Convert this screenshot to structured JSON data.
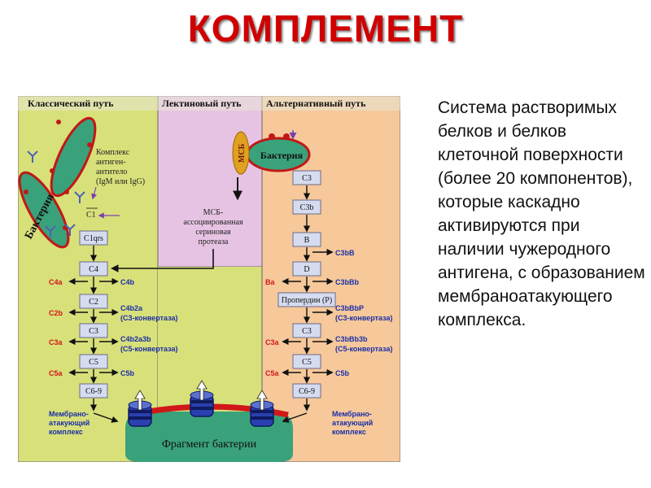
{
  "title": "КОМПЛЕМЕНТ",
  "description": "Система растворимых белков и белков клеточной поверхности (более 20 компонентов), которые каскадно активируются при наличии чужеродного антигена, с образованием мембраноатакующего комплекса.",
  "diagram": {
    "colors": {
      "classical_bg": "#d8e07a",
      "lectin_bg": "#e7c3e3",
      "alt_bg": "#f6c89a",
      "box": "#d6dcf0",
      "red_label": "#d01818",
      "blue_label": "#1b2fa8",
      "bacterium": "#3aa27a"
    },
    "headers": {
      "classical": "Классический путь",
      "lectin": "Лектиновый путь",
      "alternative": "Альтернативный путь"
    },
    "classical": {
      "bacteria_label": "Бактерия",
      "complex_label": [
        "Комплекс",
        "антиген-",
        "антитело",
        "(IgM или IgG)"
      ],
      "c1_label": "C1",
      "boxes": [
        "C1qrs",
        "C4",
        "C2",
        "C3",
        "C5",
        "C6-9"
      ],
      "left_labels": [
        "C4a",
        "C2b",
        "C3a",
        "C5a"
      ],
      "right_labels": [
        "C4b",
        "C4b2a",
        "(C3-конвертаза)",
        "C4b2a3b",
        "(C5-конвертаза)",
        "C5b"
      ],
      "mac_label": [
        "Мембрано-",
        "атакующий",
        "комплекс"
      ]
    },
    "lectin": {
      "msb": "МСБ",
      "bacteria_label": "Бактерия",
      "protease_label": [
        "МСБ-",
        "ассоциированная",
        "сериновая",
        "протеаза"
      ]
    },
    "alternative": {
      "boxes": [
        "C3",
        "C3b",
        "B",
        "D",
        "Пропердин (P)",
        "C3",
        "C5",
        "C6-9"
      ],
      "left_labels": [
        "Ba",
        "C3a",
        "C5a"
      ],
      "right_labels": [
        "C3bB",
        "C3bBb",
        "C3bBbP",
        "(C3-конвертаза)",
        "C3bBb3b",
        "(C5-конвертаза)",
        "C5b"
      ],
      "mac_label": [
        "Мембрано-",
        "атакующий",
        "комплекс"
      ]
    },
    "fragment_label": "Фрагмент бактерии"
  }
}
